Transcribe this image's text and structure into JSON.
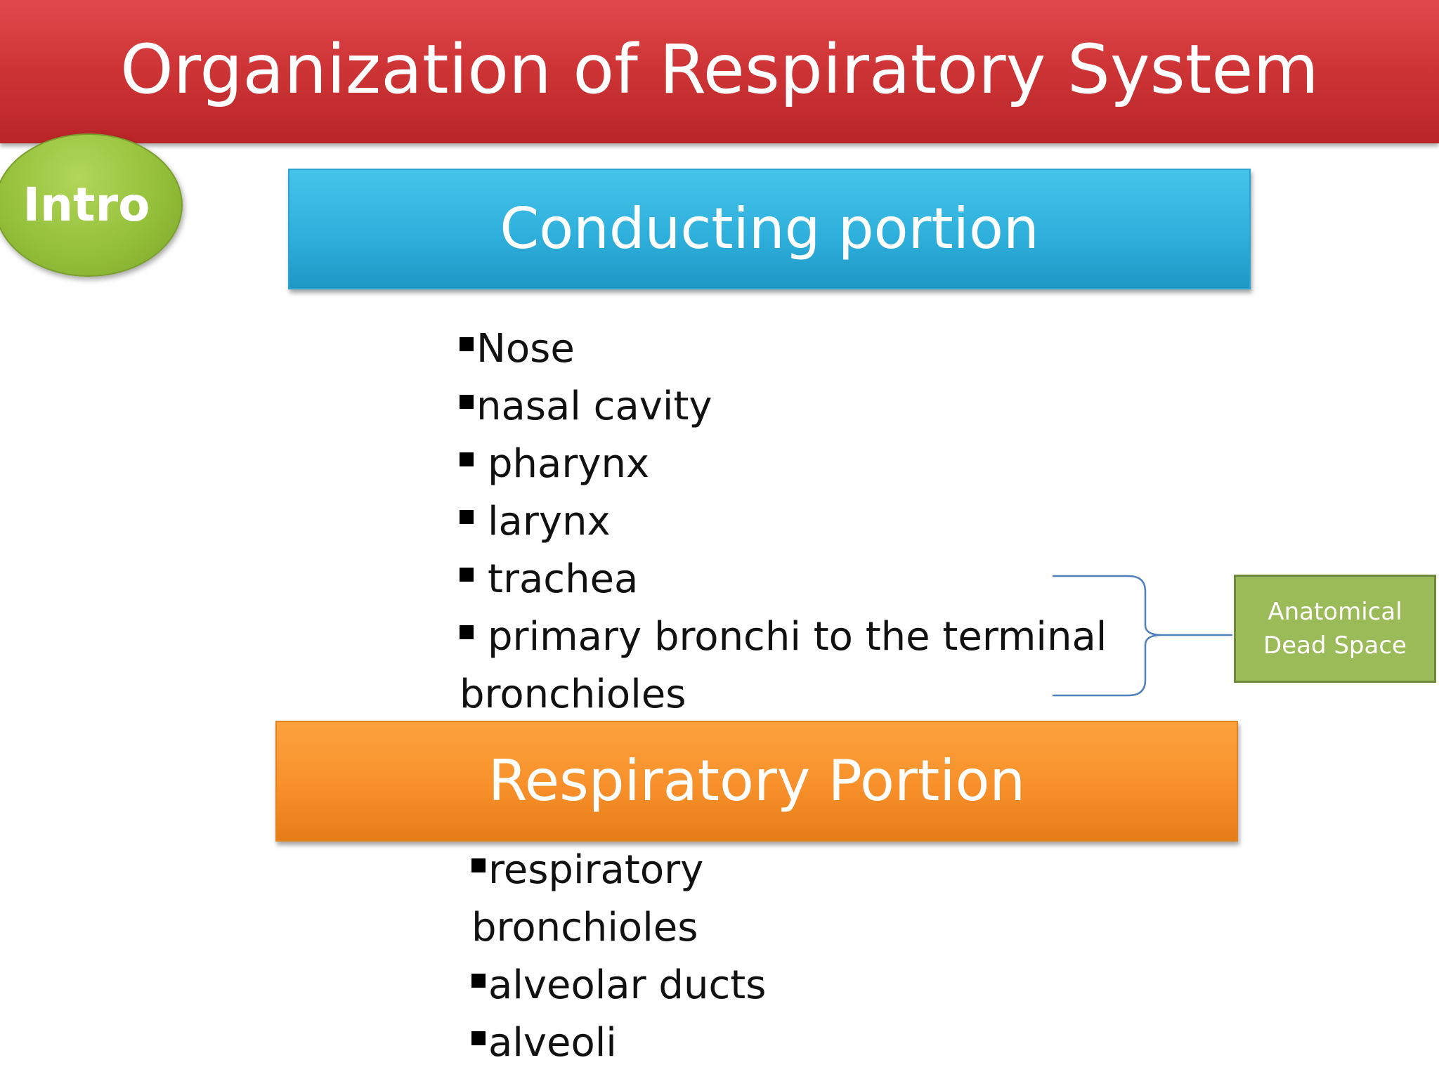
{
  "slide": {
    "title": "Organization of Respiratory System",
    "badge": "Intro",
    "conducting": {
      "heading": "Conducting portion",
      "items": [
        "Nose",
        "nasal cavity",
        "pharynx",
        "larynx",
        "trachea",
        "primary bronchi to the terminal",
        "bronchioles"
      ]
    },
    "respiratory": {
      "heading": "Respiratory Portion",
      "items": [
        "respiratory",
        "bronchioles",
        "alveolar ducts",
        "alveoli"
      ]
    },
    "callout": {
      "label": "Anatomical\nDead Space"
    }
  },
  "colors": {
    "title_bar": "#cf3537",
    "badge": "#94c03a",
    "conducting_box": "#2fb0dc",
    "respiratory_box": "#f7902a",
    "callout_box": "#9bbb59",
    "brace_line": "#4f81bd"
  }
}
